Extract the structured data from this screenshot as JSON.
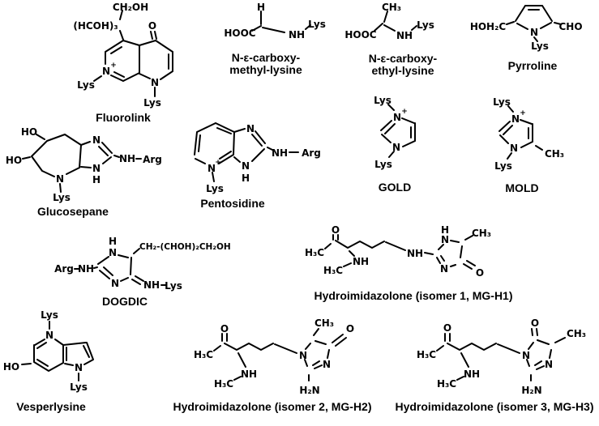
{
  "figure": {
    "background": "#ffffff",
    "ink": "#000000",
    "description": "Chemical structures of advanced glycation end products"
  },
  "fluorolink": {
    "caption": "Fluorolink",
    "labels": {
      "ch2oh": "CH₂OH",
      "hcoh3": "(HCOH)₃",
      "o": "O",
      "n_ring_left": "N",
      "plus": "+",
      "lys_left": "Lys",
      "n_ring_right": "N",
      "lys_right": "Lys"
    }
  },
  "cml": {
    "caption_line1": "N-ε-carboxy-",
    "caption_line2": "methyl-lysine",
    "labels": {
      "h": "H",
      "hooc": "HOOC",
      "nh": "NH",
      "lys": "Lys"
    }
  },
  "cel": {
    "caption_line1": "N-ε-carboxy-",
    "caption_line2": "ethyl-lysine",
    "labels": {
      "ch3": "CH₃",
      "hooc": "HOOC",
      "nh": "NH",
      "lys": "Lys"
    }
  },
  "pyrroline": {
    "caption": "Pyrroline",
    "labels": {
      "hoh2c": "HOH₂C",
      "n": "N",
      "lys": "Lys",
      "cho": "CHO"
    }
  },
  "glucosepane": {
    "caption": "Glucosepane",
    "labels": {
      "ho_top": "HO",
      "ho_left": "HO",
      "n_im_top": "N",
      "n_im_bottom": "N",
      "h": "H",
      "n_azepane": "N",
      "lys": "Lys",
      "nh": "NH",
      "arg": "Arg"
    }
  },
  "pentosidine": {
    "caption": "Pentosidine",
    "labels": {
      "n_pyridinium": "N",
      "plus": "+",
      "lys": "Lys",
      "n_im_top": "N",
      "n_im_bottom": "N",
      "h": "H",
      "nh": "NH",
      "arg": "Arg"
    }
  },
  "gold": {
    "caption": "GOLD",
    "labels": {
      "lys_top": "Lys",
      "n_top": "N",
      "plus": "+",
      "n_bottom": "N",
      "lys_bottom": "Lys"
    }
  },
  "mold": {
    "caption": "MOLD",
    "labels": {
      "lys_top": "Lys",
      "n_top": "N",
      "plus": "+",
      "n_bottom": "N",
      "ch3": "CH₃",
      "lys_bottom": "Lys"
    }
  },
  "dogdic": {
    "caption": "DOGDIC",
    "labels": {
      "arg": "Arg",
      "nh_left": "NH",
      "h": "H",
      "n1": "N",
      "n3": "N",
      "chain": "CH₂-(CHOH)₂CH₂OH",
      "nh_right": "NH",
      "lys": "Lys"
    }
  },
  "mgh1": {
    "caption": "Hydroimidazolone (isomer 1, MG-H1)",
    "labels": {
      "h3c_acetyl": "H₃C",
      "o_acetyl": "O",
      "nh_chain": "NH",
      "nh_amine": "NH",
      "h3c_amine": "H₃C",
      "h": "H",
      "n1": "N",
      "ch3": "CH₃",
      "n3": "N",
      "o_ring": "O"
    }
  },
  "vesperlysine": {
    "caption": "Vesperlysine",
    "labels": {
      "lys_top": "Lys",
      "n_top": "N",
      "ho": "HO",
      "n_bottom": "N",
      "lys_bottom": "Lys"
    }
  },
  "mgh2": {
    "caption": "Hydroimidazolone (isomer 2, MG-H2)",
    "labels": {
      "h3c_acetyl": "H₃C",
      "o_acetyl": "O",
      "nh_amine": "NH",
      "h3c_amine": "H₃C",
      "n1": "N",
      "ch3": "CH₃",
      "o_ring": "O",
      "n3": "N",
      "h2n": "H₂N"
    }
  },
  "mgh3": {
    "caption": "Hydroimidazolone (isomer 3, MG-H3)",
    "labels": {
      "h3c_acetyl": "H₃C",
      "o_acetyl": "O",
      "nh_amine": "NH",
      "h3c_amine": "H₃C",
      "n1": "N",
      "o_ring": "O",
      "ch3": "CH₃",
      "n3": "N",
      "h2n": "H₂N"
    }
  }
}
